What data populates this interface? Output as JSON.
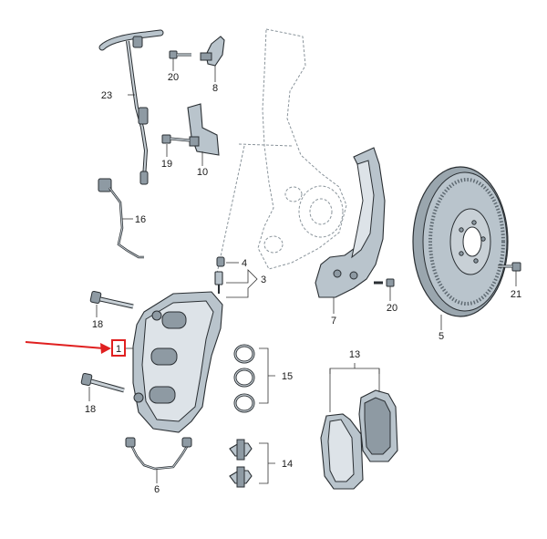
{
  "diagram": {
    "part_numbers": [
      "1",
      "3",
      "4",
      "5",
      "6",
      "7",
      "8",
      "10",
      "13",
      "14",
      "15",
      "16",
      "18",
      "18",
      "19",
      "20",
      "20",
      "21",
      "23"
    ],
    "highlight": {
      "color": "#e02020",
      "target_label": "1"
    },
    "colors": {
      "part_fill": "#b9c4cc",
      "part_stroke": "#2a2f33",
      "ghost": "#8a949b",
      "text": "#1a1a1a"
    }
  }
}
